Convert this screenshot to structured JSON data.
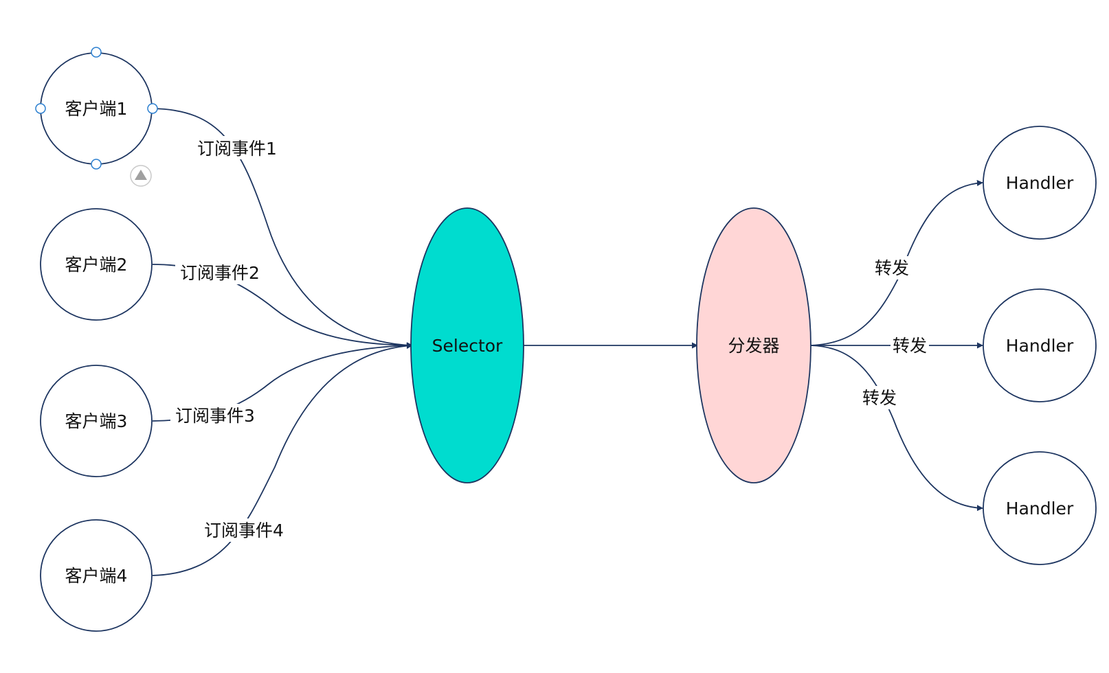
{
  "colors": {
    "stroke": "#1d3560",
    "selector_fill": "#00dccf",
    "dispatcher_fill": "#ffd6d6",
    "node_fill": "#ffffff",
    "text": "#111111",
    "handle": "#2b7fd0"
  },
  "nodes": {
    "client1": "客户端1",
    "client2": "客户端2",
    "client3": "客户端3",
    "client4": "客户端4",
    "selector": "Selector",
    "dispatcher": "分发器",
    "handler1": "Handler",
    "handler2": "Handler",
    "handler3": "Handler"
  },
  "edges": {
    "subscribe1": "订阅事件1",
    "subscribe2": "订阅事件2",
    "subscribe3": "订阅事件3",
    "subscribe4": "订阅事件4",
    "forward1": "转发",
    "forward2": "转发",
    "forward3": "转发"
  },
  "icons": {
    "selection_handle": "selection-handle-icon",
    "expand": "triangle-up-icon"
  }
}
